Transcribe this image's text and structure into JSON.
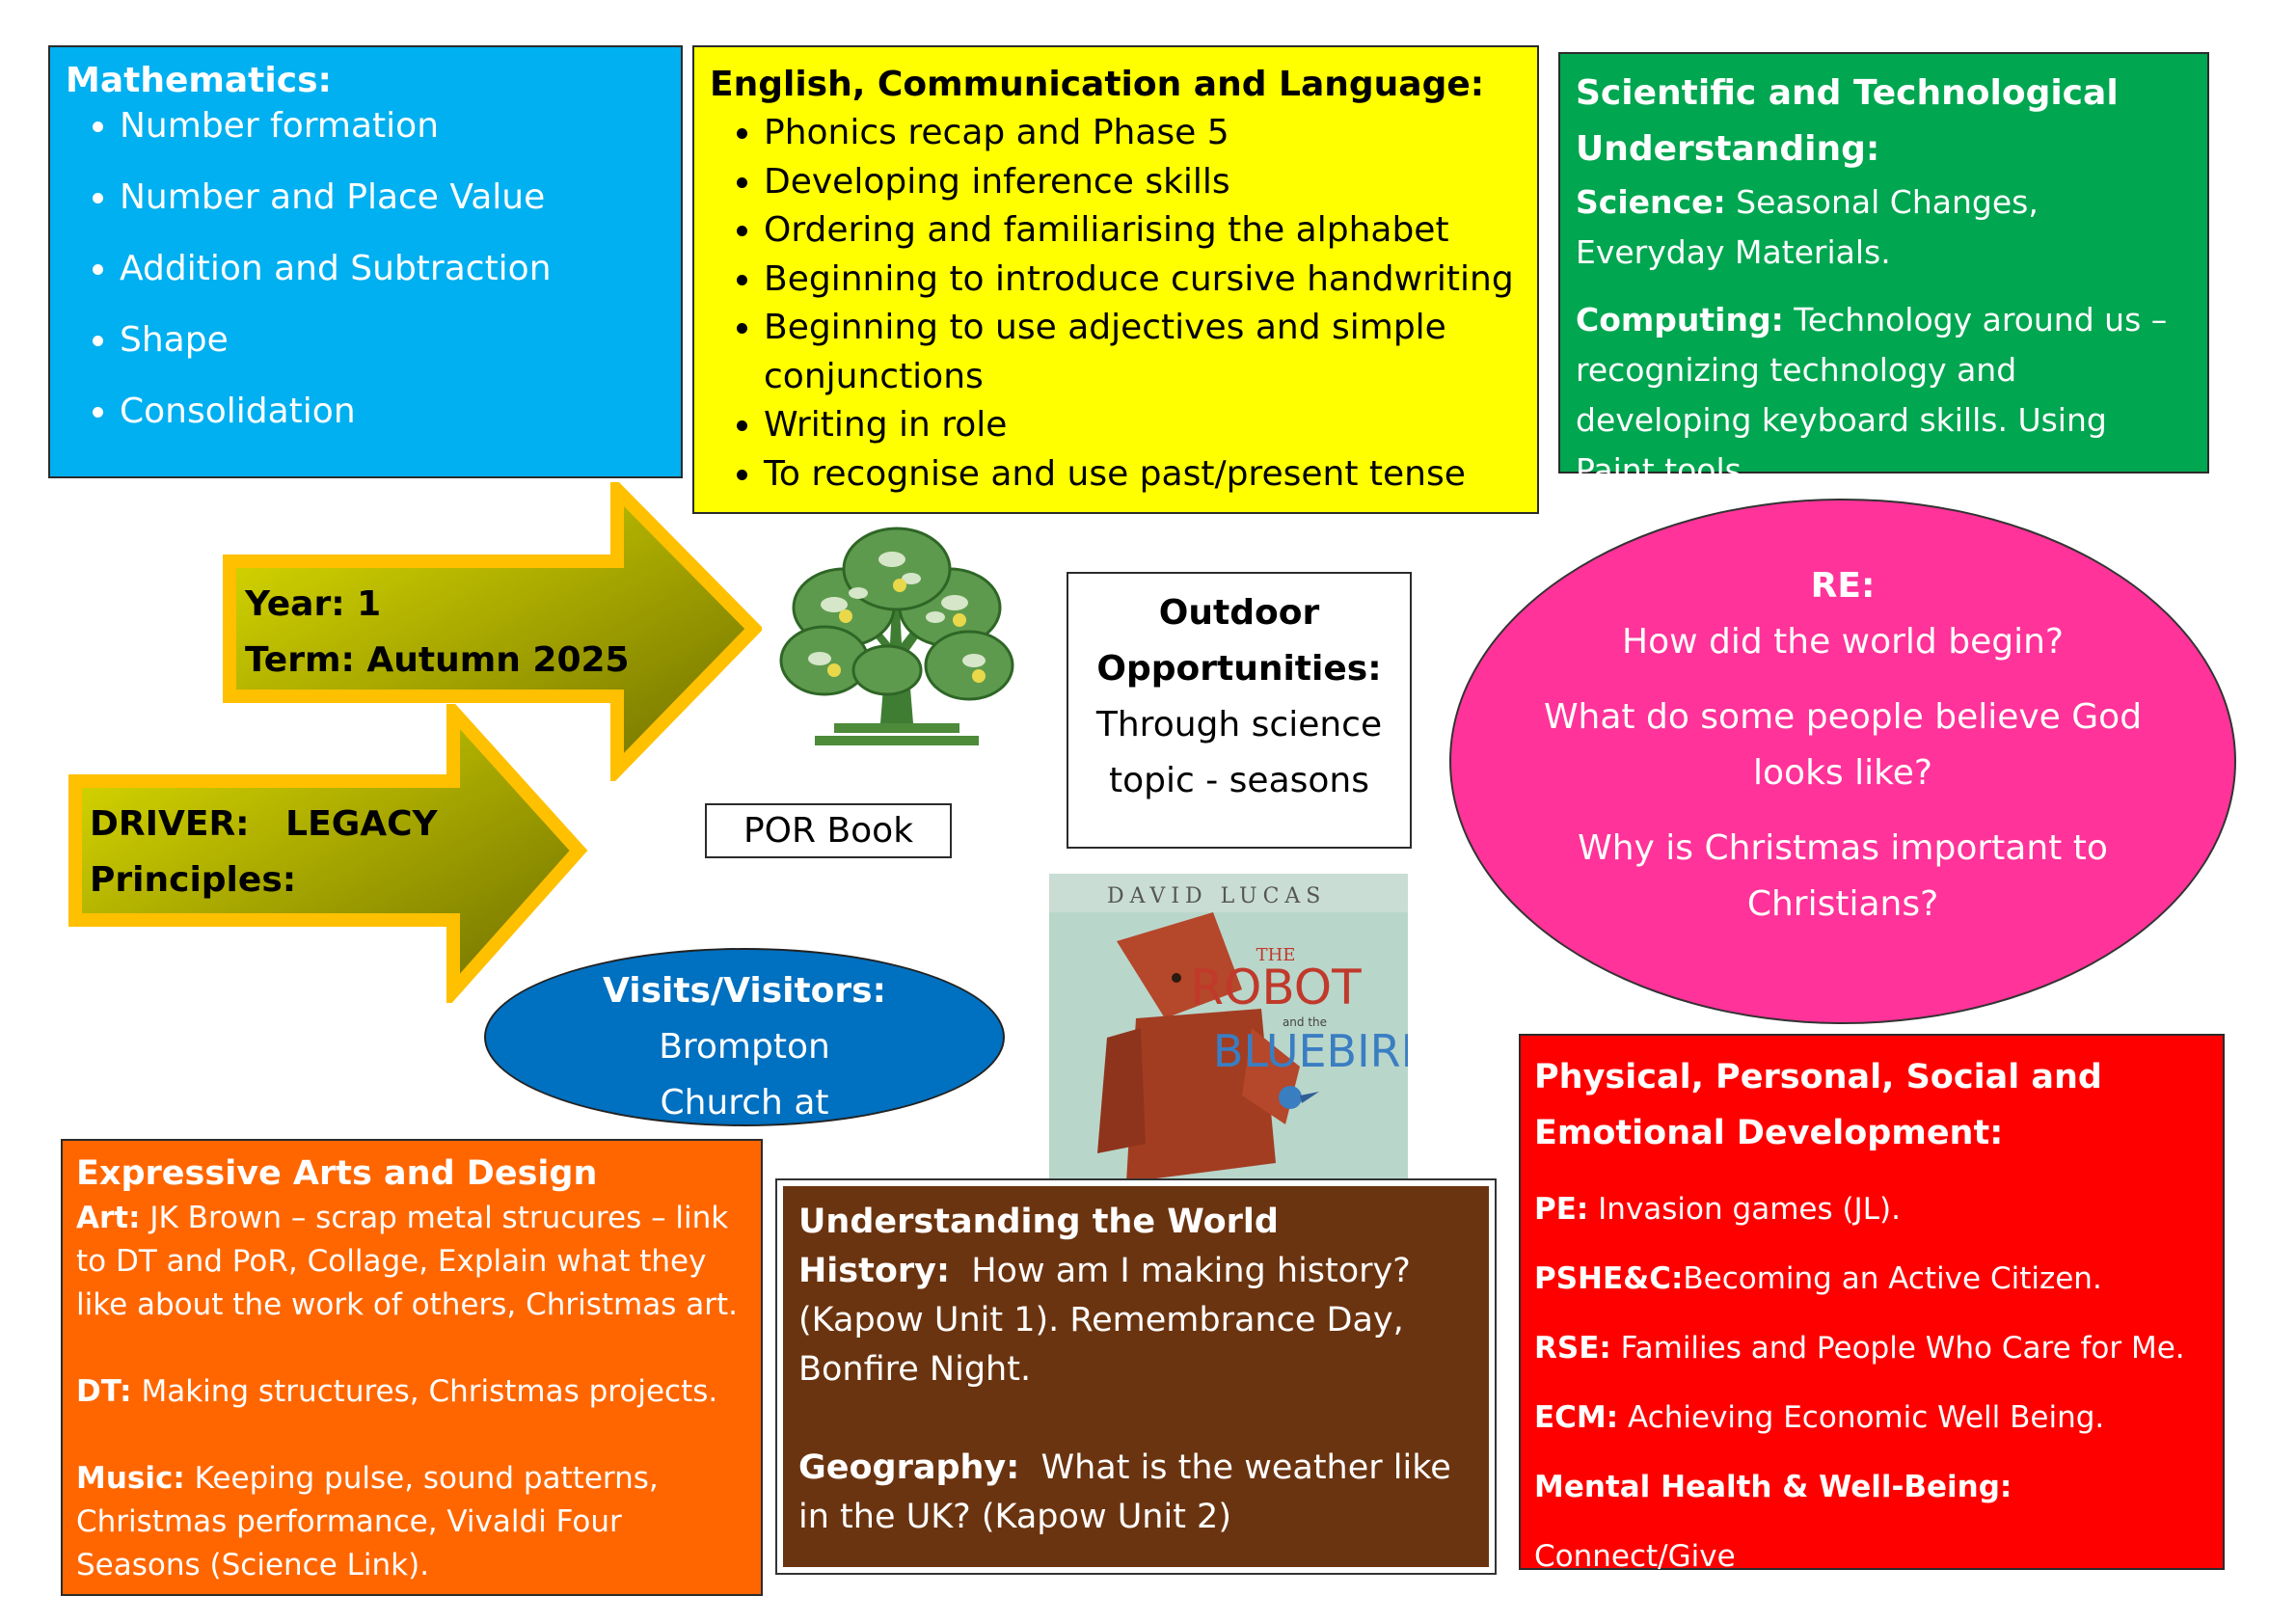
{
  "maths": {
    "title": "Mathematics:",
    "items": [
      "Number formation",
      "Number and Place Value",
      "Addition and Subtraction",
      "Shape",
      "Consolidation"
    ]
  },
  "english": {
    "title": "English, Communication and Language:",
    "items": [
      "Phonics recap and Phase 5",
      "Developing inference skills",
      "Ordering and familiarising the alphabet",
      "Beginning to introduce cursive handwriting",
      "Beginning to use adjectives and simple conjunctions",
      "Writing in role",
      "To recognise and use past/present tense"
    ]
  },
  "science": {
    "title": "Scientific and Technological Understanding:",
    "science_label": "Science:",
    "science_text": " Seasonal Changes, Everyday Materials.",
    "computing_label": "Computing:",
    "computing_text": " Technology around us – recognizing technology and developing keyboard skills. Using Paint tools."
  },
  "year_arrow": {
    "year": "Year: 1",
    "term": "Term: Autumn 2025"
  },
  "driver_arrow": {
    "driver": "DRIVER:   LEGACY",
    "principles": "Principles:"
  },
  "outdoor": {
    "title": "Outdoor Opportunities:",
    "text": "Through science topic - seasons"
  },
  "por": {
    "label": "POR Book"
  },
  "re": {
    "title": "RE:",
    "questions": [
      "How did the world begin?",
      "What do some people believe God looks like?",
      "Why is Christmas important to Christians?"
    ]
  },
  "visits": {
    "title": "Visits/Visitors:",
    "text": "Brompton Church at Christmas"
  },
  "book_cover": {
    "author": "DAVID LUCAS",
    "title_top": "THE",
    "title_main": "ROBOT",
    "title_and": "and the",
    "title_bottom": "BLUEBIRD"
  },
  "arts": {
    "title": "Expressive Arts and Design",
    "art_label": "Art:",
    "art_text": " JK Brown – scrap metal strucures – link to DT and PoR,  Collage, Explain what they like about the work of others, Christmas art.",
    "dt_label": "DT:",
    "dt_text": " Making structures, Christmas projects.",
    "music_label": "Music:",
    "music_text": " Keeping pulse, sound patterns, Christmas performance, Vivaldi Four Seasons (Science Link)."
  },
  "world": {
    "title": "Understanding the World",
    "history_label": "History:",
    "history_text": "  How am I making history? (Kapow Unit 1). Remembrance Day, Bonfire Night.",
    "geography_label": "Geography:",
    "geography_text": "  What is the weather like in the UK? (Kapow Unit 2)"
  },
  "psed": {
    "title": "Physical, Personal, Social and Emotional Development:",
    "rows": [
      {
        "label": "PE:",
        "text": " Invasion games (JL)."
      },
      {
        "label": "PSHE&C:",
        "text": "Becoming an Active Citizen."
      },
      {
        "label": "RSE:",
        "text": " Families and People Who Care for Me."
      },
      {
        "label": "ECM:",
        "text": " Achieving Economic Well Being."
      },
      {
        "label": "Mental Health & Well-Being:",
        "text": " Connect/Give"
      }
    ]
  },
  "colors": {
    "maths": "#00b0f0",
    "english": "#ffff00",
    "science": "#00a650",
    "re": "#ff3399",
    "visits": "#0070c0",
    "arts": "#ff6600",
    "world": "#6b3410",
    "psed": "#ff0000",
    "arrow_fill": "#c8c800",
    "arrow_border": "#ffc000"
  }
}
